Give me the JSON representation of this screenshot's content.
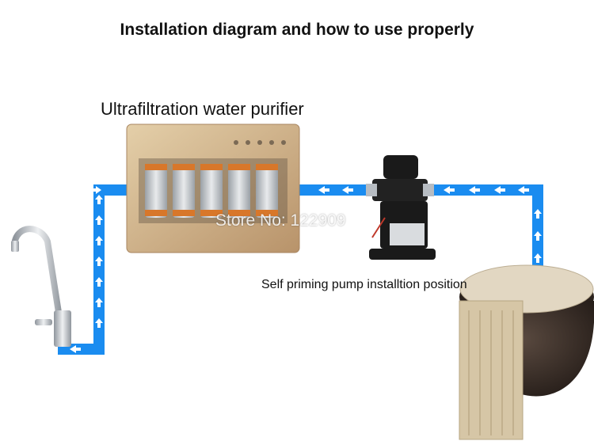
{
  "title": "Installation diagram and how to use properly",
  "labels": {
    "purifier": "Ultrafiltration water purifier",
    "pump": "Self priming pump installtion position",
    "watermark": "Store No: 122909"
  },
  "colors": {
    "pipe": "#1a8cf0",
    "arrow": "#ffffff",
    "purifier_body": "#c9a77a",
    "pump_body": "#1a1a1a",
    "tank": "#3a2f2a",
    "faucet": "#c8ccd2"
  },
  "icons": [
    "faucet-icon",
    "pump-icon",
    "tank-icon",
    "flow-arrow-icon"
  ]
}
